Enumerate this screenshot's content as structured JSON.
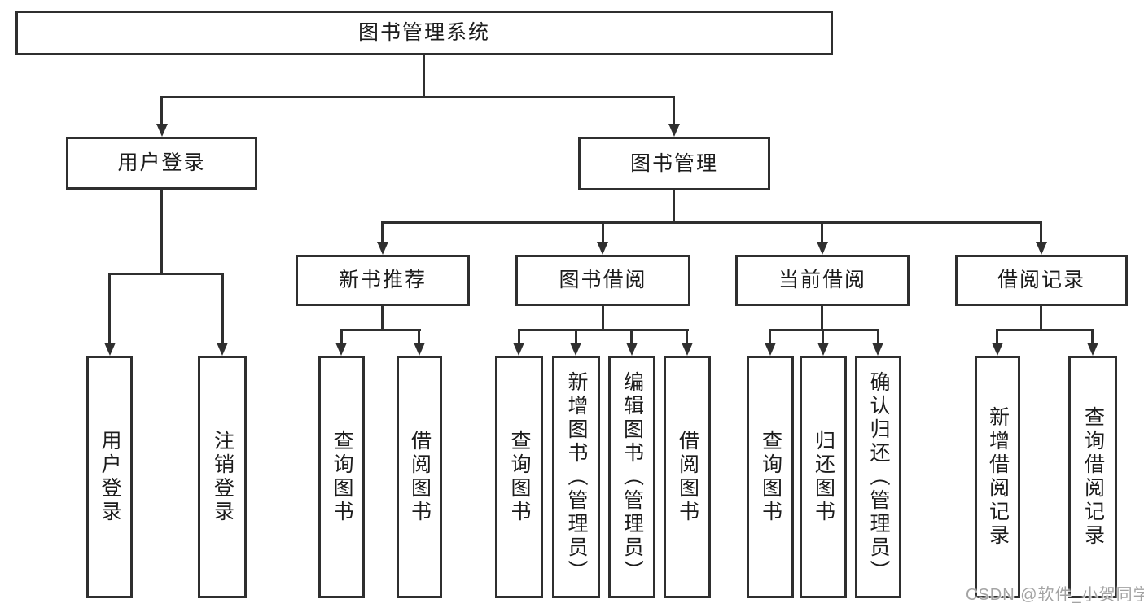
{
  "diagram": {
    "root": "图书管理系统",
    "level2": {
      "user_login": "用户登录",
      "book_mgmt": "图书管理"
    },
    "level3": {
      "recommend": "新书推荐",
      "borrow": "图书借阅",
      "current": "当前借阅",
      "records": "借阅记录"
    },
    "leaves": {
      "login": [
        "用户登录",
        "注销登录"
      ],
      "recommend": [
        "查询图书",
        "借阅图书"
      ],
      "borrow": [
        "查询图书",
        "新增图书（管理员）",
        "编辑图书（管理员）",
        "借阅图书"
      ],
      "current": [
        "查询图书",
        "归还图书",
        "确认归还（管理员）"
      ],
      "records": [
        "新增借阅记录",
        "查询借阅记录"
      ]
    }
  },
  "watermark": "CSDN @软件_小贺同学",
  "colors": {
    "line": "#2f2f2f",
    "text": "#1c1c1c",
    "box_fill": "#ffffff",
    "watermark": "#a3a3a3",
    "background": "#ffffff"
  }
}
